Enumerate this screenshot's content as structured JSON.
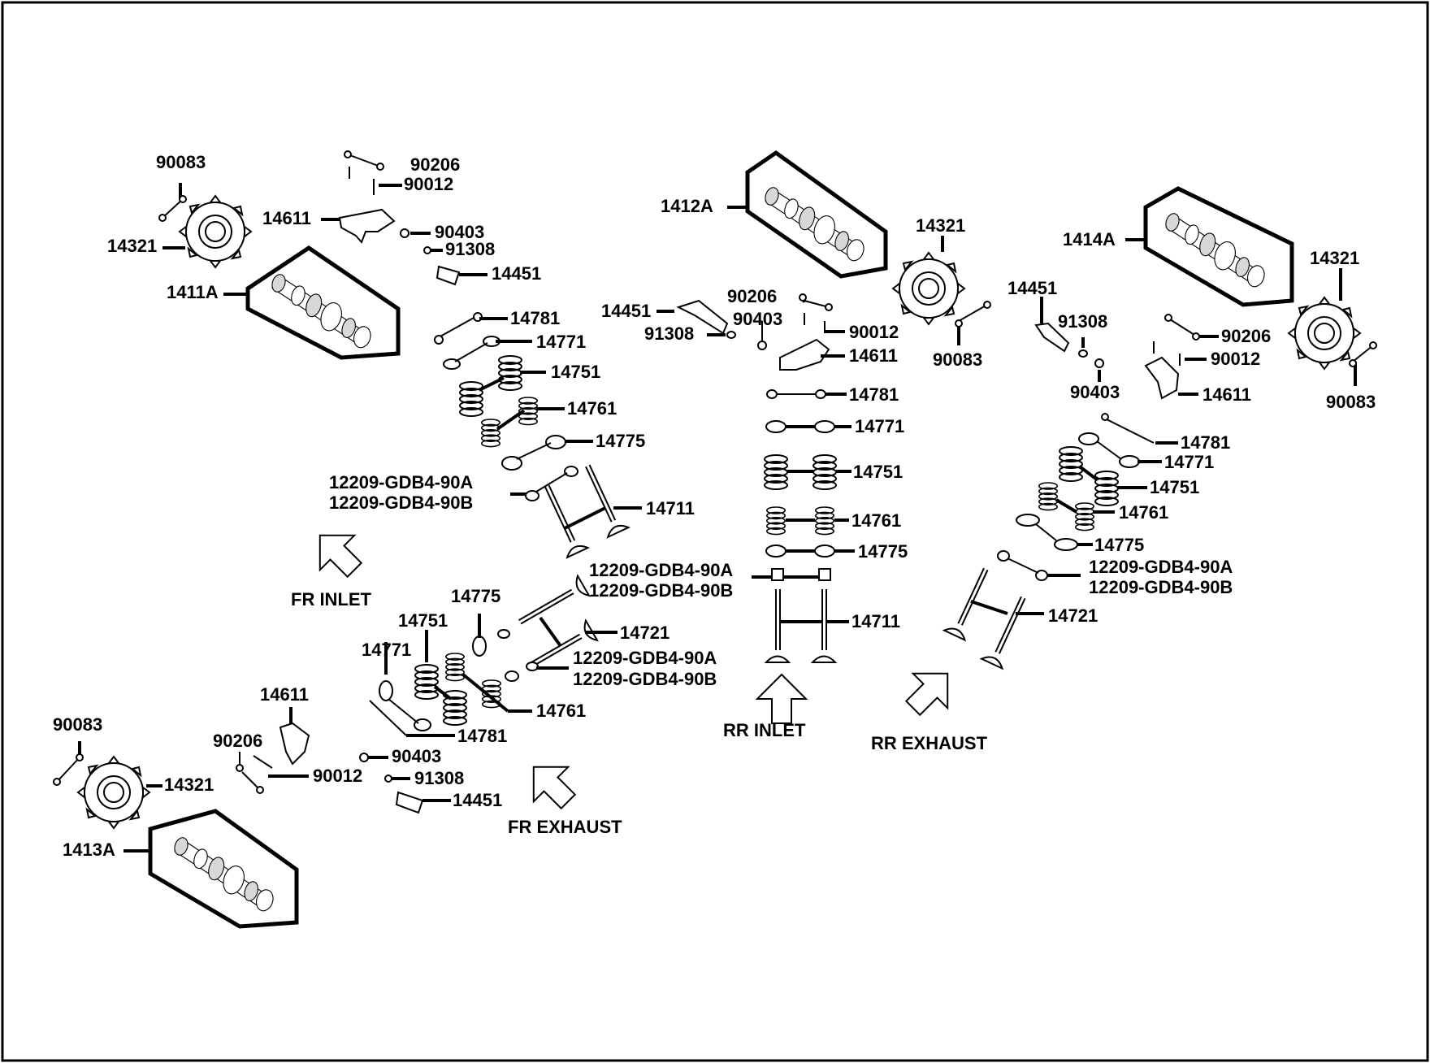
{
  "labels": {
    "fr_inlet": {
      "cam": "1411A",
      "gear": "14321",
      "bolt": "90083",
      "bolt2": "90206",
      "pin": "90012",
      "rocker": "14611",
      "clip": "90403",
      "oring": "91308",
      "shaft": "14451",
      "adj": "14781",
      "retainer": "14771",
      "spring_outer": "14751",
      "spring_inner": "14761",
      "seat": "14775",
      "seal_a": "12209-GDB4-90A",
      "seal_b": "12209-GDB4-90B",
      "valve": "14711"
    },
    "fr_exhaust": {
      "cam": "1413A",
      "gear": "14321",
      "bolt": "90083",
      "bolt2": "90206",
      "pin": "90012",
      "rocker": "14611",
      "clip": "90403",
      "oring": "91308",
      "shaft": "14451",
      "retainer": "14771",
      "spring_outer": "14751",
      "seat": "14775",
      "valve": "14721",
      "seal_a": "12209-GDB4-90A",
      "seal_b": "12209-GDB4-90B",
      "spring_inner": "14761",
      "adj": "14781"
    },
    "rr_inlet": {
      "cam": "1412A",
      "gear": "14321",
      "bolt": "90083",
      "shaft": "14451",
      "oring": "91308",
      "bolt2": "90206",
      "clip": "90403",
      "pin": "90012",
      "rocker": "14611",
      "adj": "14781",
      "retainer": "14771",
      "spring_outer": "14751",
      "spring_inner": "14761",
      "seat": "14775",
      "seal_a": "12209-GDB4-90A",
      "seal_b": "12209-GDB4-90B",
      "valve": "14711"
    },
    "rr_exhaust": {
      "cam": "1414A",
      "gear": "14321",
      "bolt": "90083",
      "shaft": "14451",
      "oring": "91308",
      "clip": "90403",
      "bolt2": "90206",
      "pin": "90012",
      "rocker": "14611",
      "adj": "14781",
      "retainer": "14771",
      "spring_outer": "14751",
      "spring_inner": "14761",
      "seat": "14775",
      "seal_a": "12209-GDB4-90A",
      "seal_b": "12209-GDB4-90B",
      "valve": "14721"
    }
  },
  "directions": {
    "fr_inlet": "FR  INLET",
    "fr_exhaust": "FR EXHAUST",
    "rr_inlet": "RR  INLET",
    "rr_exhaust": "RR EXHAUST"
  }
}
